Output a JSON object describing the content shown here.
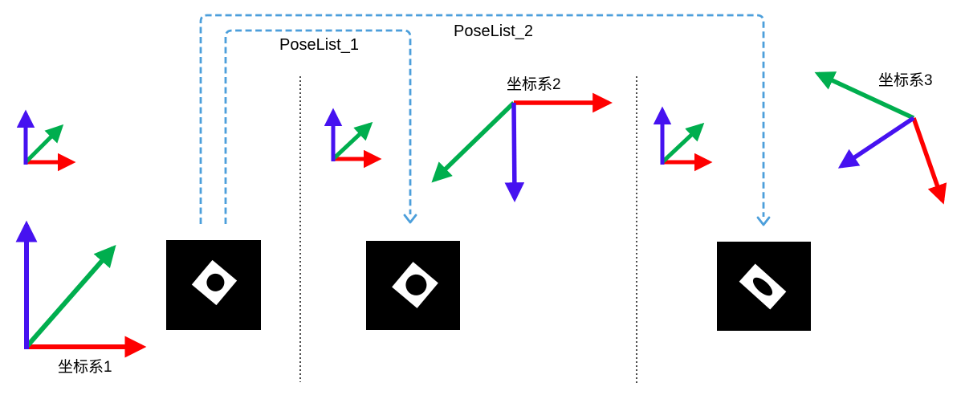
{
  "diagram": {
    "type": "coordinate-systems-poselist-diagram",
    "poselists": [
      {
        "id": 1,
        "label": "PoseList_1"
      },
      {
        "id": 2,
        "label": "PoseList_2"
      }
    ],
    "coordinate_frames": [
      {
        "id": 1,
        "label": "坐标系1"
      },
      {
        "id": 2,
        "label": "坐标系2"
      },
      {
        "id": 3,
        "label": "坐标系3"
      }
    ],
    "icons": {
      "axis_arrow_x": "x-axis-arrow",
      "axis_arrow_y": "y-axis-arrow",
      "axis_arrow_z": "z-axis-arrow",
      "dashed_down_arrow": "dashed-down-arrow"
    },
    "colors": {
      "axis_x_red": "#fe0000",
      "axis_y_green": "#00ae4e",
      "axis_z_blue": "#4612f0",
      "poselist_dashed_blue": "#4c9fdb",
      "separator_black": "#000000",
      "image_background": "#000000",
      "object_white": "#ffffff"
    }
  }
}
